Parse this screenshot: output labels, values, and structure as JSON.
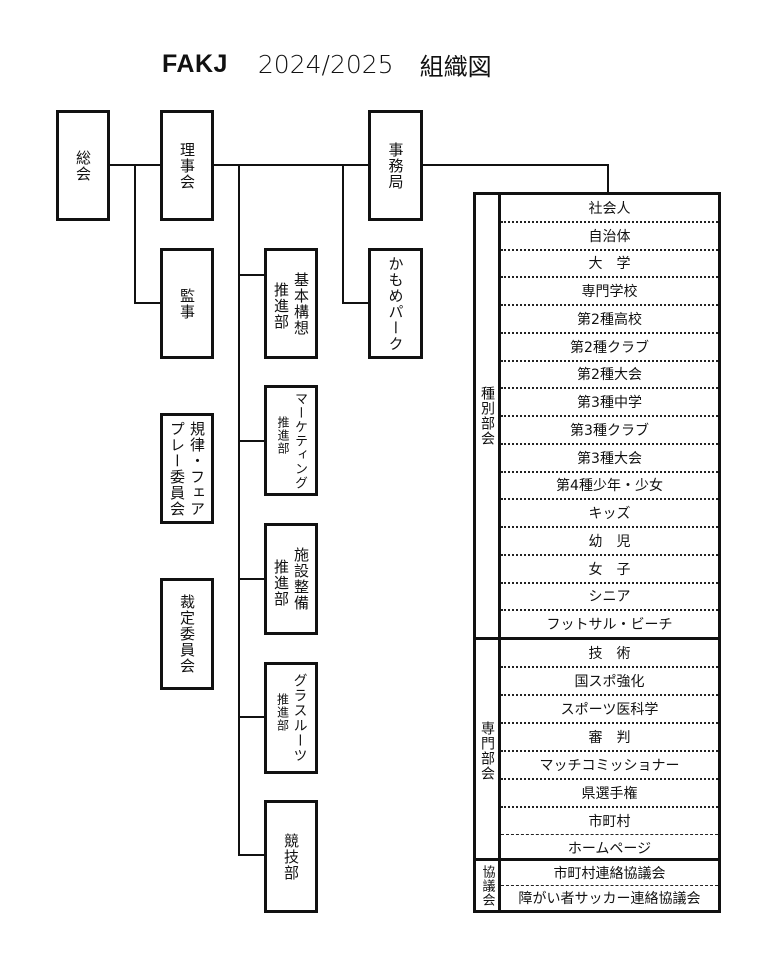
{
  "header": {
    "brand": "FAKJ",
    "year": "2024/2025",
    "label": "組織図"
  },
  "nodes": {
    "general_assembly": "総会",
    "board": "理事会",
    "secretariat": "事務局",
    "auditor": "監事",
    "kamome_park": "かもめパーク",
    "basic_plan": {
      "main": "基本構想",
      "sub": "推進部"
    },
    "discipline": {
      "main": "規律・フェア",
      "sub": "プレー委員会"
    },
    "marketing": {
      "main": "マーケティング",
      "sub": "推進部"
    },
    "arbitration": "裁定委員会",
    "facilities": {
      "main": "施設整備",
      "sub": "推進部"
    },
    "grassroots": {
      "main": "グラスルーツ",
      "sub": "推進部"
    },
    "competition": "競技部"
  },
  "committees": {
    "category": {
      "label": "種別部会",
      "items": [
        "社会人",
        "自治体",
        "大　学",
        "専門学校",
        "第2種高校",
        "第2種クラブ",
        "第2種大会",
        "第3種中学",
        "第3種クラブ",
        "第3種大会",
        "第4種少年・少女",
        "キッズ",
        "幼　児",
        "女　子",
        "シニア",
        "フットサル・ビーチ"
      ]
    },
    "specialist": {
      "label": "専門部会",
      "items": [
        "技　術",
        "国スポ強化",
        "スポーツ医科学",
        "審　判",
        "マッチコミッショナー",
        "県選手権",
        "市町村",
        "ホームページ"
      ]
    },
    "council": {
      "label": "協議会",
      "items": [
        "市町村連絡協議会",
        "障がい者サッカー連絡協議会"
      ]
    }
  }
}
